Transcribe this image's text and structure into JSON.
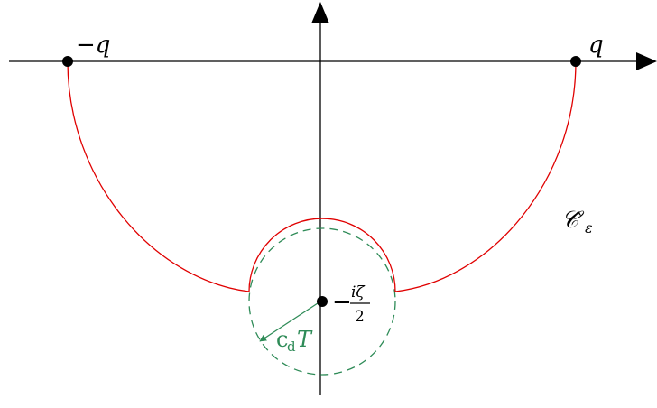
{
  "labels": {
    "left_point": "−q",
    "right_point": "q",
    "contour": "𝒞̂",
    "contour_subscript": "ε",
    "center_minus": "−",
    "center_num": "iζ",
    "center_den": "2",
    "radius_c": "c",
    "radius_sub": "d",
    "radius_T": "T"
  },
  "colors": {
    "axis": "#000000",
    "contour": "#e00000",
    "circle": "#2e8b57",
    "radius_text": "#2e8b57"
  }
}
